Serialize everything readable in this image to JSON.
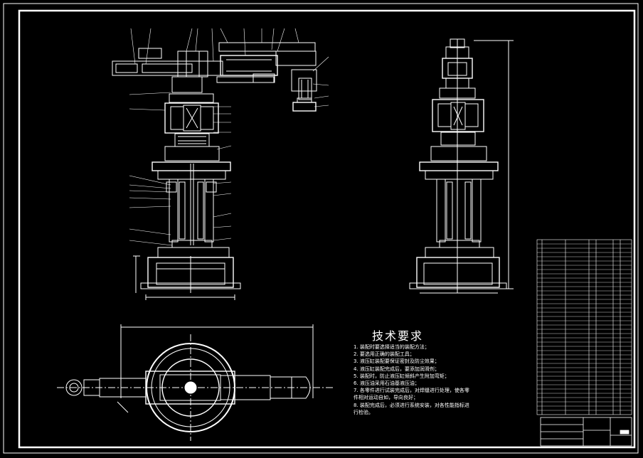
{
  "drawing": {
    "background": "#000000",
    "line_color": "#ffffff",
    "technical_requirements": {
      "title": "技术要求",
      "items": [
        "1. 装配时要选择适当的装配方法；",
        "2. 要选用正确的装配工具；",
        "3. 液压缸装配要保证密封及防尘效果；",
        "4. 液压缸装配完成后，要添加润滑剂；",
        "5. 装配时，防止液压缸倾斜产生附加弯矩；",
        "6. 液压油采用石油基液压油；",
        "7. 各零件进行试装完成后，对焊缝进行处理，使各零件相对运动自如，导向良好；",
        "8. 装配完成后，必须进行系统安装，对各性能指标进行检验。"
      ]
    }
  }
}
